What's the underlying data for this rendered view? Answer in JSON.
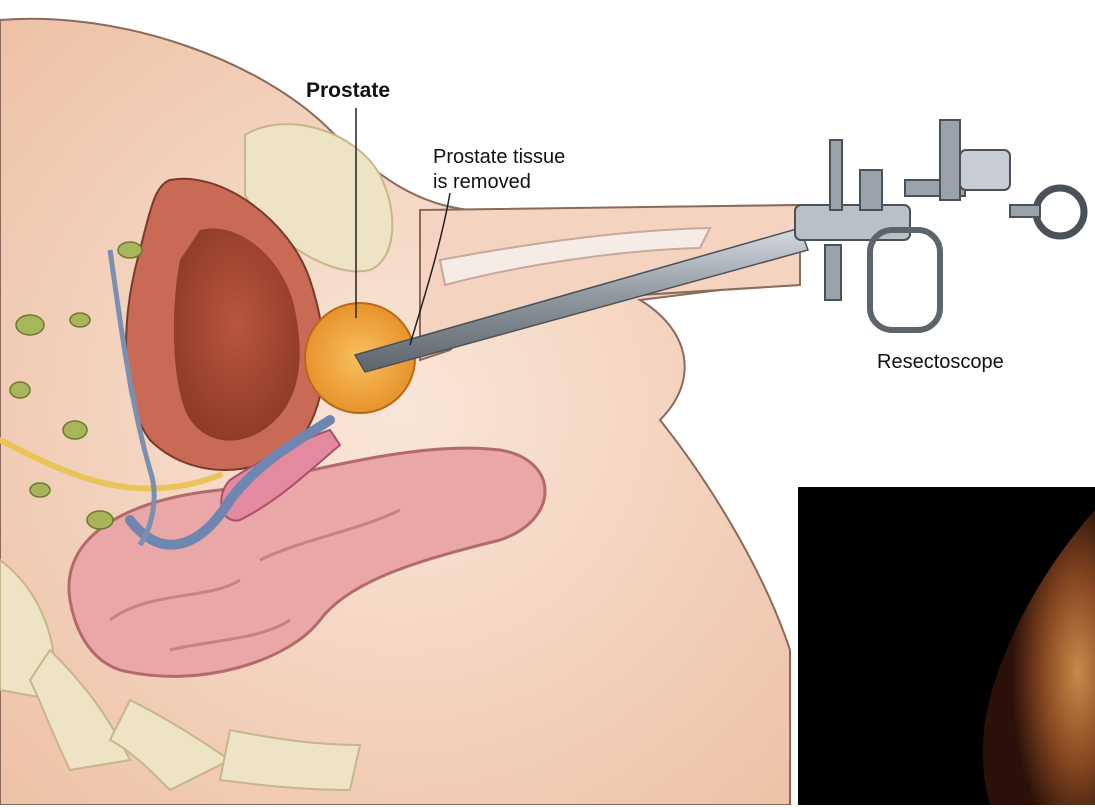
{
  "labels": {
    "prostate": "Prostate",
    "tissue_line1": "Prostate tissue",
    "tissue_line2": "is removed",
    "resectoscope": "Resectoscope"
  },
  "colors": {
    "skin": "#f6dccb",
    "skin_shadow": "#e9b79c",
    "bladder_wall": "#c96a55",
    "bladder_inner": "#a24a34",
    "prostate": "#f2a53a",
    "rectum": "#e8a3a3",
    "bone": "#efe3c6",
    "instrument": "#9aa2ab",
    "endoscopic_bg": "#000000"
  }
}
